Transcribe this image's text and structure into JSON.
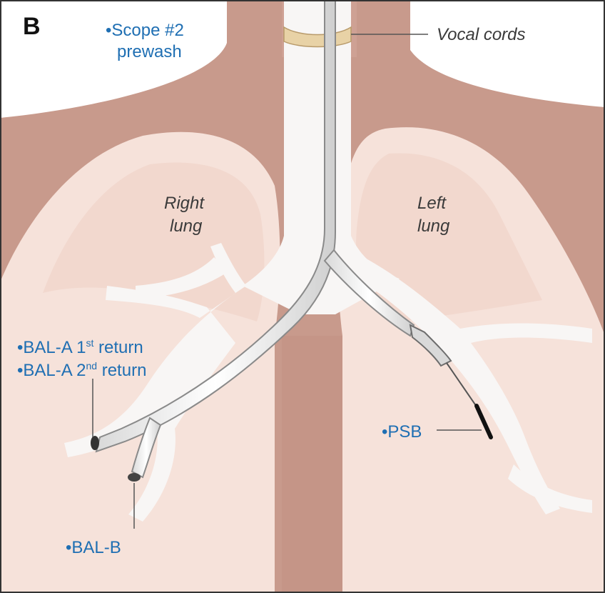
{
  "panel_letter": "B",
  "labels": {
    "scope_line1": "•Scope #2",
    "scope_line2": "prewash",
    "vocal_cords": "Vocal cords",
    "right_lung_line1": "Right",
    "right_lung_line2": "lung",
    "left_lung_line1": "Left",
    "left_lung_line2": "lung",
    "bal_a_first_prefix": "•BAL-A 1",
    "bal_a_first_sup": "st",
    "bal_a_first_suffix": " return",
    "bal_a_second_prefix": "•BAL-A 2",
    "bal_a_second_sup": "nd",
    "bal_a_second_suffix": " return",
    "psb": "•PSB",
    "bal_b": "•BAL-B"
  },
  "colors": {
    "label_blue": "#1f6fb3",
    "chest_brown": "#c89a8c",
    "lung_pink": "#f6e2da",
    "airway": "#f8f6f5",
    "scope_white": "#ffffff",
    "scope_outline": "#8a8a8a",
    "vocal_cord": "#e8d2a6"
  }
}
